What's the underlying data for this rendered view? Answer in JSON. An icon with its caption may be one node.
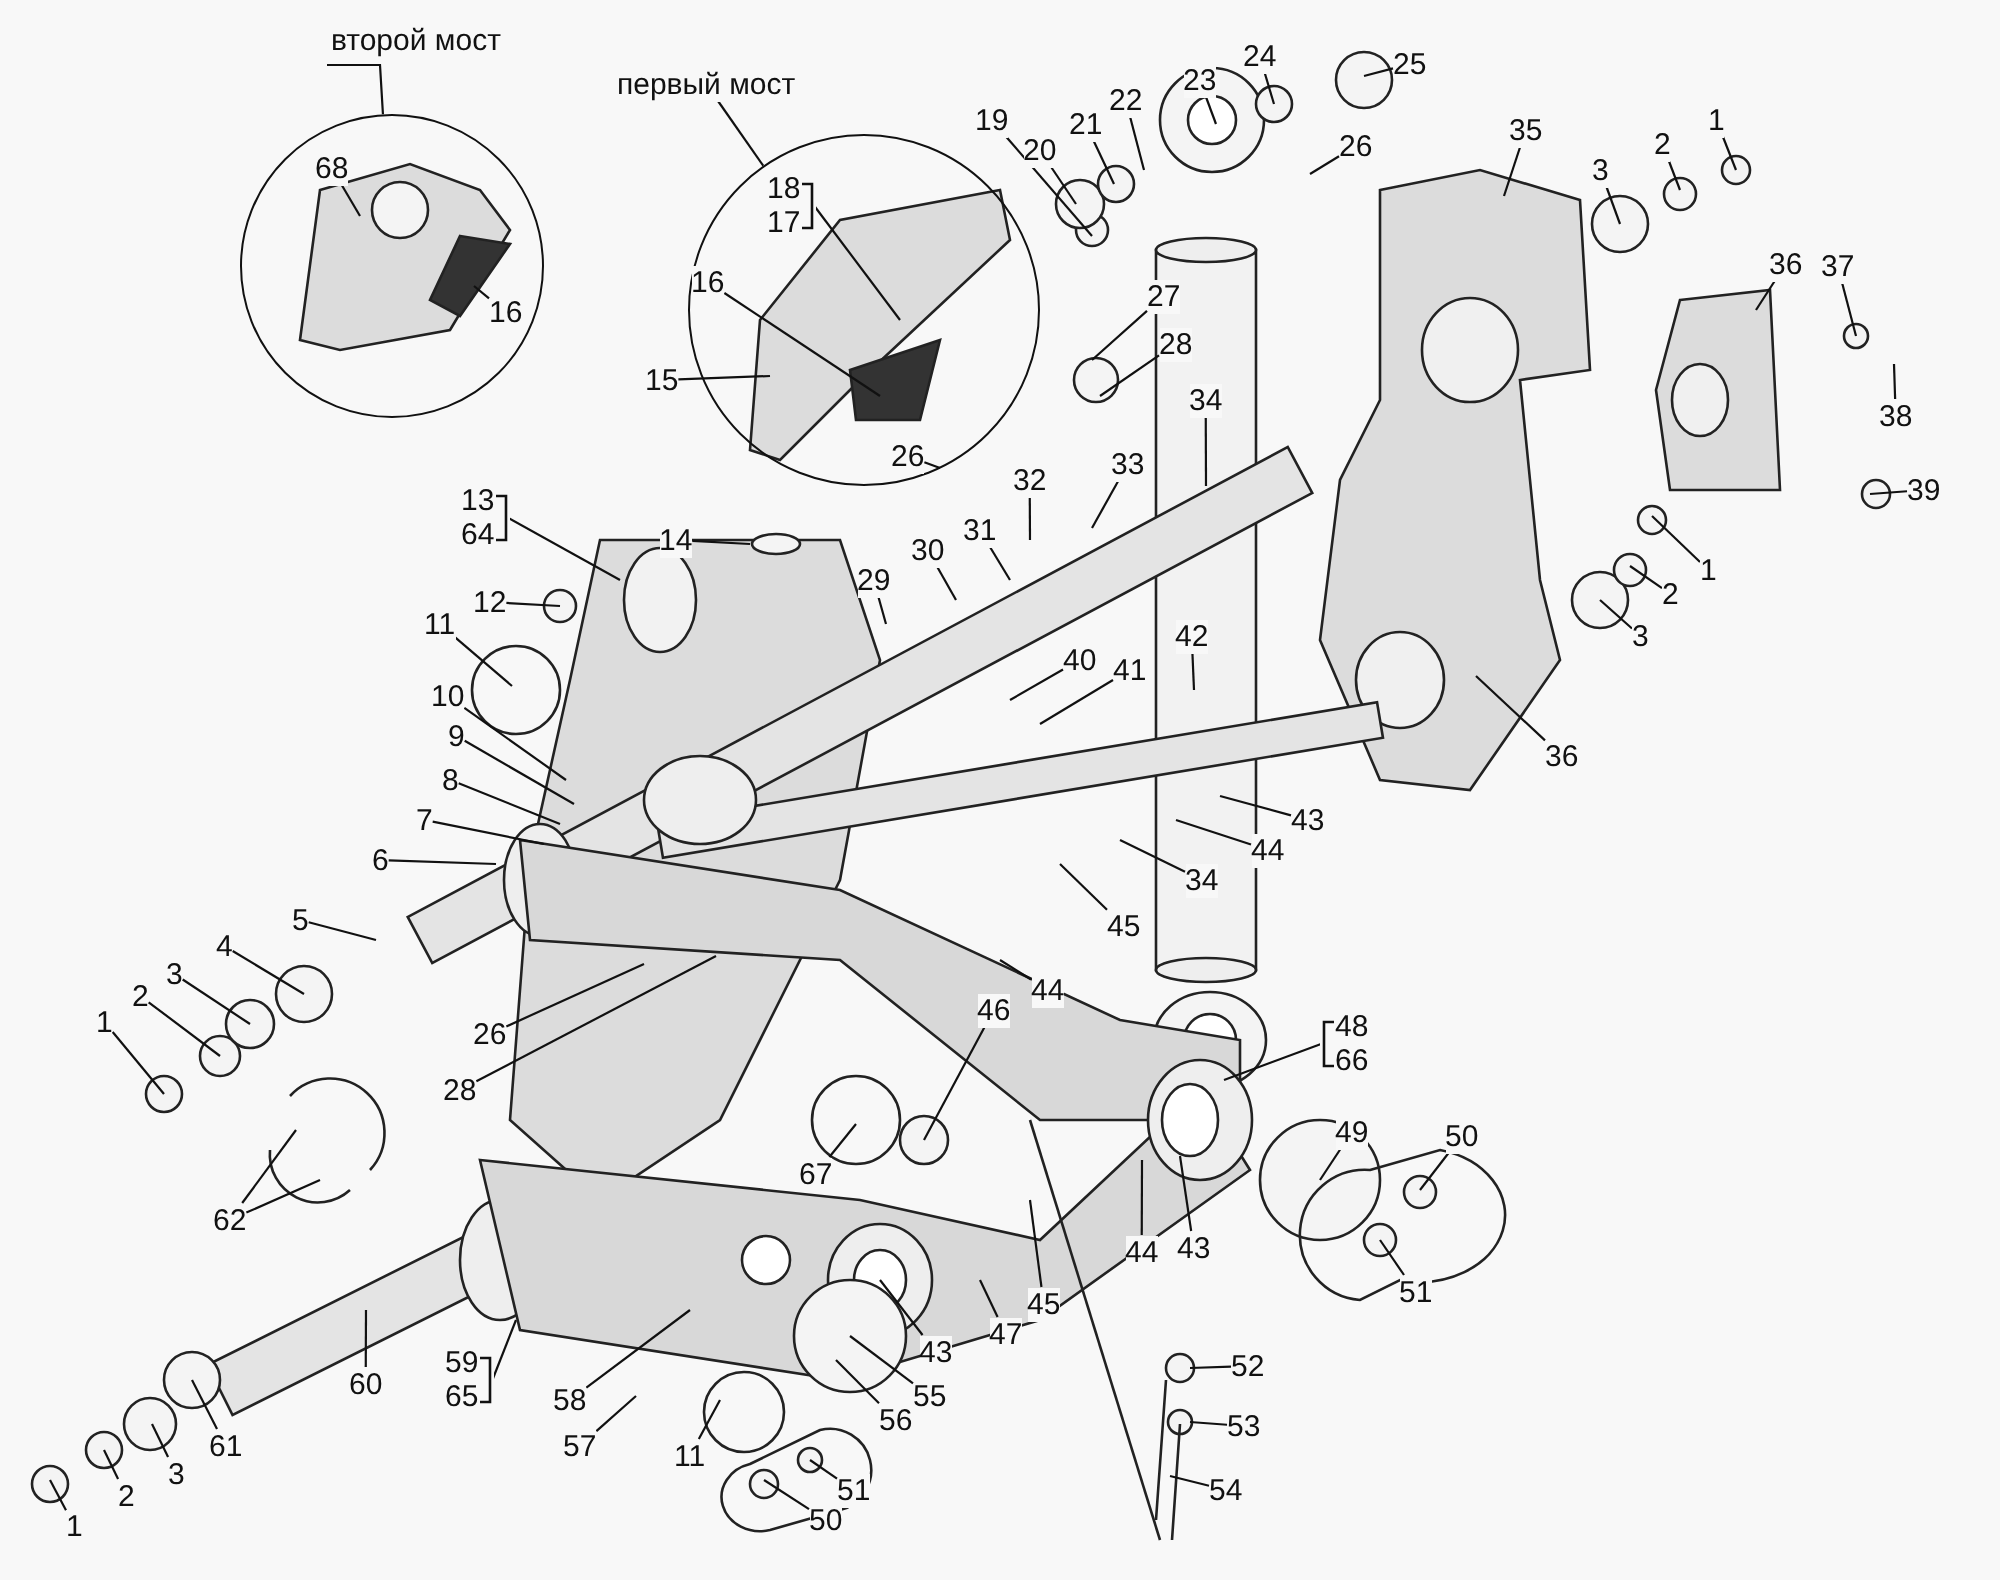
{
  "diagram": {
    "nodes": [
      {
        "text": [
          "второй мост"
        ]
      },
      {
        "text": [],
        "shape": "circle"
      },
      {
        "text": [
          "первый мост"
        ]
      },
      {
        "text": [],
        "shape": "circle"
      },
      {
        "text": [
          "68"
        ],
        "in": 1
      },
      {
        "text": [
          "16"
        ],
        "in": 1
      },
      {
        "text": [
          "18",
          "17"
        ],
        "in": 3
      },
      {
        "text": [
          "16"
        ],
        "in": 3
      },
      {
        "text": [
          "15"
        ]
      },
      {
        "text": [
          "26"
        ],
        "in": 3
      },
      {
        "text": [
          "14"
        ]
      },
      {
        "text": [
          "19"
        ]
      },
      {
        "text": [
          "20"
        ]
      },
      {
        "text": [
          "21"
        ]
      },
      {
        "text": [
          "22"
        ]
      },
      {
        "text": [
          "23"
        ]
      },
      {
        "text": [
          "24"
        ]
      },
      {
        "text": [
          "25"
        ]
      },
      {
        "text": [
          "26"
        ]
      },
      {
        "text": [
          "35"
        ]
      },
      {
        "text": [
          "3"
        ]
      },
      {
        "text": [
          "2"
        ]
      },
      {
        "text": [
          "1"
        ]
      },
      {
        "text": [
          "36"
        ]
      },
      {
        "text": [
          "37"
        ]
      },
      {
        "text": [
          "27"
        ]
      },
      {
        "text": [
          "28"
        ]
      },
      {
        "text": [
          "34"
        ]
      },
      {
        "text": [
          "38"
        ]
      },
      {
        "text": [
          "32"
        ]
      },
      {
        "text": [
          "33"
        ]
      },
      {
        "text": [
          "39"
        ]
      },
      {
        "text": [
          "13",
          "64"
        ]
      },
      {
        "text": [
          "31"
        ]
      },
      {
        "text": [
          "30"
        ]
      },
      {
        "text": [
          "1"
        ]
      },
      {
        "text": [
          "29"
        ]
      },
      {
        "text": [
          "2"
        ]
      },
      {
        "text": [
          "12"
        ]
      },
      {
        "text": [
          "11"
        ]
      },
      {
        "text": [
          "42"
        ]
      },
      {
        "text": [
          "3"
        ]
      },
      {
        "text": [
          "40"
        ]
      },
      {
        "text": [
          "41"
        ]
      },
      {
        "text": [
          "10"
        ]
      },
      {
        "text": [
          "9"
        ]
      },
      {
        "text": [
          "36"
        ]
      },
      {
        "text": [
          "8"
        ]
      },
      {
        "text": [
          "43"
        ]
      },
      {
        "text": [
          "7"
        ]
      },
      {
        "text": [
          "44"
        ]
      },
      {
        "text": [
          "6"
        ]
      },
      {
        "text": [
          "34"
        ]
      },
      {
        "text": [
          "5"
        ]
      },
      {
        "text": [
          "45"
        ]
      },
      {
        "text": [
          "4"
        ]
      },
      {
        "text": [
          "3"
        ]
      },
      {
        "text": [
          "44"
        ]
      },
      {
        "text": [
          "2"
        ]
      },
      {
        "text": [
          "46"
        ]
      },
      {
        "text": [
          "48",
          "66"
        ]
      },
      {
        "text": [
          "1"
        ]
      },
      {
        "text": [
          "26"
        ]
      },
      {
        "text": [
          "28"
        ]
      },
      {
        "text": [
          "49"
        ]
      },
      {
        "text": [
          "50"
        ]
      },
      {
        "text": [
          "67"
        ]
      },
      {
        "text": [
          "62"
        ]
      },
      {
        "text": [
          "44"
        ]
      },
      {
        "text": [
          "43"
        ]
      },
      {
        "text": [
          "51"
        ]
      },
      {
        "text": [
          "45"
        ]
      },
      {
        "text": [
          "47"
        ]
      },
      {
        "text": [
          "43"
        ]
      },
      {
        "text": [
          "59",
          "65"
        ]
      },
      {
        "text": [
          "60"
        ]
      },
      {
        "text": [
          "52"
        ]
      },
      {
        "text": [
          "55"
        ]
      },
      {
        "text": [
          "58"
        ]
      },
      {
        "text": [
          "53"
        ]
      },
      {
        "text": [
          "56"
        ]
      },
      {
        "text": [
          "57"
        ]
      },
      {
        "text": [
          "61"
        ]
      },
      {
        "text": [
          "11"
        ]
      },
      {
        "text": [
          "3"
        ]
      },
      {
        "text": [
          "54"
        ]
      },
      {
        "text": [
          "51"
        ]
      },
      {
        "text": [
          "2"
        ]
      },
      {
        "text": [
          "50"
        ]
      },
      {
        "text": [
          "1"
        ]
      }
    ],
    "edges": [
      {
        "from": 0,
        "to": 1,
        "arrow": "none"
      },
      {
        "from": 2,
        "to": 3,
        "arrow": "none"
      },
      {
        "from": 4,
        "to": null,
        "arrow": "none"
      },
      {
        "from": 5,
        "to": null,
        "arrow": "none"
      },
      {
        "from": 6,
        "to": null,
        "arrow": "none"
      },
      {
        "from": 7,
        "to": null,
        "arrow": "none"
      },
      {
        "from": 8,
        "to": null,
        "arrow": "none"
      },
      {
        "from": 9,
        "to": null,
        "arrow": "none"
      },
      {
        "from": 10,
        "to": null,
        "arrow": "none"
      },
      {
        "from": 11,
        "to": null,
        "arrow": "none"
      },
      {
        "from": 12,
        "to": null,
        "arrow": "none"
      },
      {
        "from": 13,
        "to": null,
        "arrow": "none"
      },
      {
        "from": 14,
        "to": null,
        "arrow": "none"
      },
      {
        "from": 15,
        "to": null,
        "arrow": "none"
      },
      {
        "from": 16,
        "to": null,
        "arrow": "none"
      },
      {
        "from": 17,
        "to": null,
        "arrow": "none"
      },
      {
        "from": 18,
        "to": null,
        "arrow": "none"
      },
      {
        "from": 19,
        "to": null,
        "arrow": "none"
      },
      {
        "from": 20,
        "to": null,
        "arrow": "none"
      },
      {
        "from": 21,
        "to": null,
        "arrow": "none"
      },
      {
        "from": 22,
        "to": null,
        "arrow": "none"
      },
      {
        "from": 23,
        "to": null,
        "arrow": "none"
      },
      {
        "from": 24,
        "to": null,
        "arrow": "none"
      },
      {
        "from": 25,
        "to": null,
        "arrow": "none"
      },
      {
        "from": 26,
        "to": null,
        "arrow": "none"
      },
      {
        "from": 27,
        "to": null,
        "arrow": "none"
      },
      {
        "from": 28,
        "to": null,
        "arrow": "none"
      },
      {
        "from": 29,
        "to": null,
        "arrow": "none"
      },
      {
        "from": 30,
        "to": null,
        "arrow": "none"
      },
      {
        "from": 31,
        "to": null,
        "arrow": "none"
      },
      {
        "from": 32,
        "to": null,
        "arrow": "none"
      },
      {
        "from": 33,
        "to": null,
        "arrow": "none"
      },
      {
        "from": 34,
        "to": null,
        "arrow": "none"
      },
      {
        "from": 35,
        "to": null,
        "arrow": "none"
      },
      {
        "from": 36,
        "to": null,
        "arrow": "none"
      },
      {
        "from": 37,
        "to": null,
        "arrow": "none"
      },
      {
        "from": 38,
        "to": null,
        "arrow": "none"
      },
      {
        "from": 39,
        "to": null,
        "arrow": "none"
      },
      {
        "from": 40,
        "to": null,
        "arrow": "none"
      },
      {
        "from": 41,
        "to": null,
        "arrow": "none"
      },
      {
        "from": 42,
        "to": null,
        "arrow": "none"
      },
      {
        "from": 43,
        "to": null,
        "arrow": "none"
      },
      {
        "from": 44,
        "to": null,
        "arrow": "none"
      },
      {
        "from": 45,
        "to": null,
        "arrow": "none"
      },
      {
        "from": 46,
        "to": null,
        "arrow": "none"
      },
      {
        "from": 47,
        "to": null,
        "arrow": "none"
      },
      {
        "from": 48,
        "to": null,
        "arrow": "none"
      },
      {
        "from": 49,
        "to": null,
        "arrow": "none"
      },
      {
        "from": 50,
        "to": null,
        "arrow": "none"
      },
      {
        "from": 51,
        "to": null,
        "arrow": "none"
      },
      {
        "from": 52,
        "to": null,
        "arrow": "none"
      },
      {
        "from": 53,
        "to": null,
        "arrow": "none"
      },
      {
        "from": 54,
        "to": null,
        "arrow": "none"
      },
      {
        "from": 55,
        "to": null,
        "arrow": "none"
      },
      {
        "from": 56,
        "to": null,
        "arrow": "none"
      },
      {
        "from": 57,
        "to": null,
        "arrow": "none"
      },
      {
        "from": 58,
        "to": null,
        "arrow": "none"
      },
      {
        "from": 59,
        "to": null,
        "arrow": "none"
      },
      {
        "from": 60,
        "to": null,
        "arrow": "none"
      },
      {
        "from": 61,
        "to": null,
        "arrow": "none"
      },
      {
        "from": 62,
        "to": null,
        "arrow": "none"
      },
      {
        "from": 63,
        "to": null,
        "arrow": "none"
      },
      {
        "from": 64,
        "to": null,
        "arrow": "none"
      },
      {
        "from": 65,
        "to": null,
        "arrow": "none"
      },
      {
        "from": 66,
        "to": null,
        "arrow": "none"
      },
      {
        "from": 67,
        "to": null,
        "arrow": "none"
      },
      {
        "from": 67,
        "to": null,
        "arrow": "none"
      },
      {
        "from": 68,
        "to": null,
        "arrow": "none"
      },
      {
        "from": 69,
        "to": null,
        "arrow": "none"
      },
      {
        "from": 70,
        "to": null,
        "arrow": "none"
      },
      {
        "from": 71,
        "to": null,
        "arrow": "none"
      },
      {
        "from": 72,
        "to": null,
        "arrow": "none"
      },
      {
        "from": 73,
        "to": null,
        "arrow": "none"
      },
      {
        "from": 74,
        "to": null,
        "arrow": "none"
      },
      {
        "from": 75,
        "to": null,
        "arrow": "none"
      },
      {
        "from": 76,
        "to": null,
        "arrow": "none"
      },
      {
        "from": 77,
        "to": null,
        "arrow": "none"
      },
      {
        "from": 78,
        "to": null,
        "arrow": "none"
      },
      {
        "from": 79,
        "to": null,
        "arrow": "none"
      },
      {
        "from": 80,
        "to": null,
        "arrow": "none"
      },
      {
        "from": 81,
        "to": null,
        "arrow": "none"
      },
      {
        "from": 82,
        "to": null,
        "arrow": "none"
      },
      {
        "from": 83,
        "to": null,
        "arrow": "none"
      },
      {
        "from": 84,
        "to": null,
        "arrow": "none"
      },
      {
        "from": 85,
        "to": null,
        "arrow": "none"
      },
      {
        "from": 86,
        "to": null,
        "arrow": "none"
      },
      {
        "from": 87,
        "to": null,
        "arrow": "none"
      },
      {
        "from": 88,
        "to": null,
        "arrow": "none"
      },
      {
        "from": 89,
        "to": null,
        "arrow": "none"
      }
    ]
  }
}
